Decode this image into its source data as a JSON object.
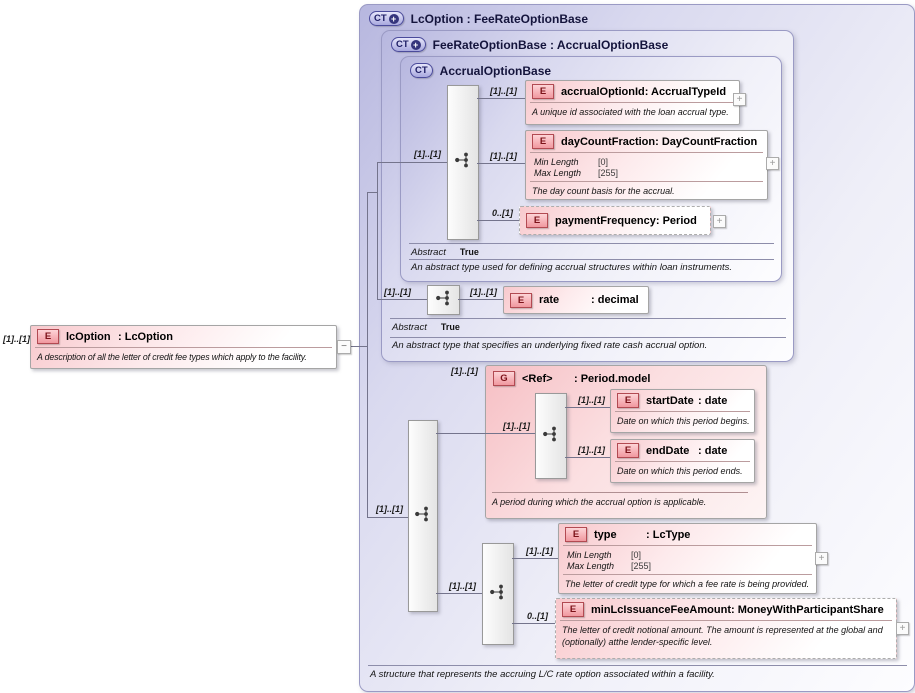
{
  "badges": {
    "element": "E",
    "group": "G",
    "complex_type": "CT",
    "derived_plus": "+",
    "expand": "+",
    "collapse": "−"
  },
  "containers": {
    "lc_option": {
      "title": "LcOption : FeeRateOptionBase",
      "footer_description": "A structure that represents the accruing L/C rate option associated within a facility."
    },
    "fee_rate_option_base": {
      "title": "FeeRateOptionBase : AccrualOptionBase",
      "abstract_label": "Abstract",
      "abstract_value": "True",
      "footer_description": "An abstract type that specifies an underlying fixed rate cash accrual option."
    },
    "accrual_option_base": {
      "title": "AccrualOptionBase",
      "abstract_label": "Abstract",
      "abstract_value": "True",
      "footer_description": "An abstract type used for defining accrual structures within loan instruments."
    }
  },
  "elements": {
    "lc_option_ref": {
      "cardinality": "[1]..[1]",
      "name": "lcOption",
      "type": ": LcOption",
      "description": "A description of all the letter of credit fee types which apply to the facility."
    },
    "accrual_option_id": {
      "cardinality": "[1]..[1]",
      "name": "accrualOptionId",
      "type": ": AccrualTypeId",
      "description": "A unique id associated with the loan accrual type."
    },
    "day_count_fraction": {
      "cardinality": "[1]..[1]",
      "name": "dayCountFraction",
      "type": ": DayCountFraction",
      "facets": [
        {
          "name": "Min Length",
          "value": "[0]"
        },
        {
          "name": "Max Length",
          "value": "[255]"
        }
      ],
      "description": "The day count basis for the accrual."
    },
    "payment_frequency": {
      "cardinality": "0..[1]",
      "name": "paymentFrequency",
      "type": ": Period"
    },
    "rate": {
      "cardinality": "[1]..[1]",
      "name": "rate",
      "type": ": decimal"
    },
    "period_ref": {
      "cardinality": "[1]..[1]",
      "name": "<Ref>",
      "type": ": Period.model",
      "description": "A period during which the accrual option is applicable."
    },
    "start_date": {
      "cardinality": "[1]..[1]",
      "name": "startDate",
      "type": ": date",
      "description": "Date on which this period begins."
    },
    "end_date": {
      "cardinality": "[1]..[1]",
      "name": "endDate",
      "type": ": date",
      "description": "Date on which this period ends."
    },
    "type": {
      "cardinality": "[1]..[1]",
      "name": "type",
      "type": ": LcType",
      "facets": [
        {
          "name": "Min Length",
          "value": "[0]"
        },
        {
          "name": "Max Length",
          "value": "[255]"
        }
      ],
      "description": "The letter of credit type for which a fee rate is being provided."
    },
    "min_lc_issuance_fee_amount": {
      "cardinality": "0..[1]",
      "name": "minLcIssuanceFeeAmount",
      "type": ": MoneyWithParticipantShare",
      "description": "The letter of credit notional amount. The amount is represented at the global and (optionally) atthe lender-specific level."
    }
  },
  "connectors": {
    "accrual_sequence": "[1]..[1]",
    "fee_sequence": "[1]..[1]",
    "lc_sequence": "[1]..[1]",
    "period_sequence": "[1]..[1]",
    "lc_inner_sequence": "[1]..[1]"
  }
}
